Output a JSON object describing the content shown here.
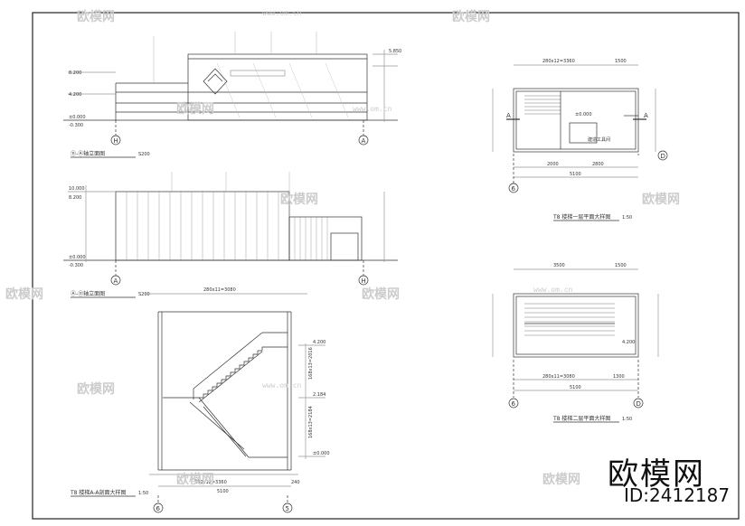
{
  "watermark": {
    "brand": "欧模网",
    "id": "ID:2412187",
    "tile": "欧模网",
    "url": "www.om.cn"
  },
  "drawings": {
    "elevation1": {
      "title": "⑪-Ⓐ轴立面图",
      "scale": "S200",
      "grid_left": "H",
      "grid_right": "A",
      "levels": [
        "8.200",
        "5.850",
        "4.200",
        "±0.000",
        "-0.300"
      ]
    },
    "elevation2": {
      "title": "Ⓐ-⑪轴立面图",
      "scale": "S200",
      "grid_left": "A",
      "grid_right": "H",
      "levels": [
        "10.000",
        "8.200",
        "±0.000",
        "-0.300"
      ]
    },
    "section": {
      "title": "T8 楼梯A-A剖面大样图",
      "scale": "1:50",
      "dim_top": "280x11=3080",
      "dim_bottom": "280x12=3360",
      "dim_total": "5100",
      "level_top": "4.200",
      "level_mid": "2.184",
      "level_base": "±0.000",
      "riser_upper": "168x13=2016",
      "riser_lower": "168x13=2184",
      "grid_left": "6",
      "grid_right": "5",
      "dim_240": "240"
    },
    "plan1": {
      "title": "T8 楼梯一层平面大样图",
      "scale": "1:50",
      "dim_top": "280x12=3360",
      "dim_1500": "1500",
      "dim_2000": "2000",
      "dim_2800": "2800",
      "dim_total": "5100",
      "room_label": "建造工具间",
      "level": "±0.000",
      "section_mark": "A",
      "grid_left": "6",
      "grid_right": "D"
    },
    "plan2": {
      "title": "T8 楼梯二层平面大样图",
      "scale": "1:50",
      "dim_3500": "3500",
      "dim_1500": "1500",
      "dim_bottom": "280x11=3080",
      "dim_1300": "1300",
      "dim_total": "5100",
      "level": "4.200",
      "grid_left": "6",
      "grid_right": "D"
    }
  }
}
